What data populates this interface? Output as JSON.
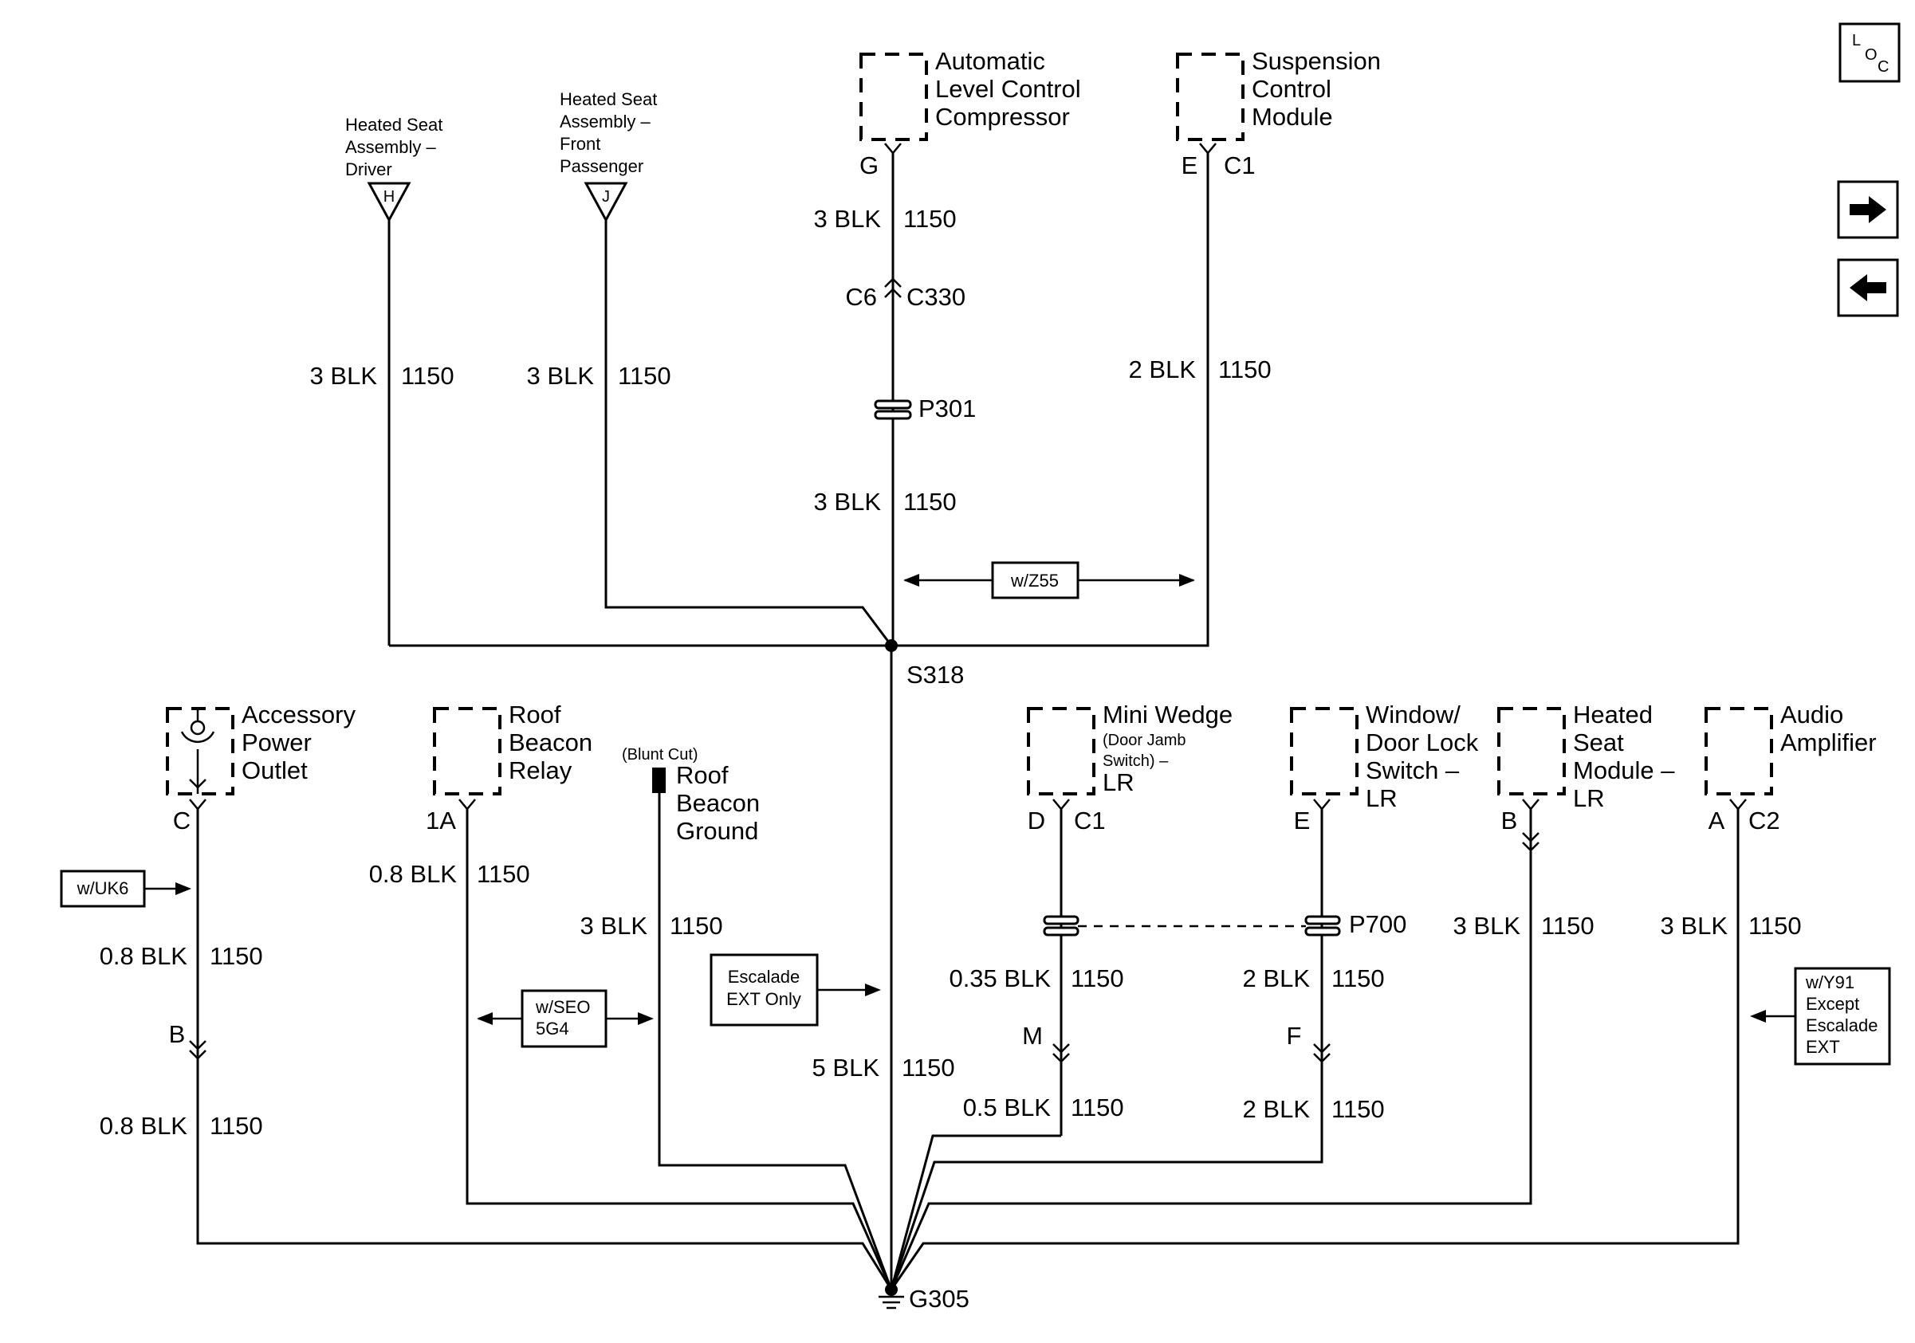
{
  "components": {
    "heated_seat_driver": {
      "l1": "Heated Seat",
      "l2": "Assembly –",
      "l3": "Driver",
      "pin": "H"
    },
    "heated_seat_passenger": {
      "l1": "Heated Seat",
      "l2": "Assembly –",
      "l3": "Front",
      "l4": "Passenger",
      "pin": "J"
    },
    "alc_compressor": {
      "l1": "Automatic",
      "l2": "Level Control",
      "l3": "Compressor",
      "pin": "G"
    },
    "suspension_module": {
      "l1": "Suspension",
      "l2": "Control",
      "l3": "Module",
      "pin": "E",
      "conn": "C1"
    },
    "accessory_outlet": {
      "l1": "Accessory",
      "l2": "Power",
      "l3": "Outlet",
      "pin": "C"
    },
    "roof_beacon_relay": {
      "l1": "Roof",
      "l2": "Beacon",
      "l3": "Relay",
      "pin": "1A"
    },
    "roof_beacon_ground": {
      "note": "(Blunt Cut)",
      "l1": "Roof",
      "l2": "Beacon",
      "l3": "Ground"
    },
    "mini_wedge": {
      "l1": "Mini Wedge",
      "l2": "(Door Jamb",
      "l3": "Switch) –",
      "l4": "LR",
      "pin": "D",
      "conn": "C1"
    },
    "window_switch": {
      "l1": "Window/",
      "l2": "Door Lock",
      "l3": "Switch –",
      "l4": "LR",
      "pin": "E"
    },
    "heated_seat_module": {
      "l1": "Heated",
      "l2": "Seat",
      "l3": "Module –",
      "l4": "LR",
      "pin": "B"
    },
    "audio_amp": {
      "l1": "Audio",
      "l2": "Amplifier",
      "pin": "A",
      "conn": "C2"
    }
  },
  "wires": {
    "w_driver": {
      "gauge": "3 BLK",
      "circuit": "1150"
    },
    "w_passenger": {
      "gauge": "3 BLK",
      "circuit": "1150"
    },
    "w_alc_top": {
      "gauge": "3 BLK",
      "circuit": "1150"
    },
    "w_alc_bottom": {
      "gauge": "3 BLK",
      "circuit": "1150"
    },
    "w_susp": {
      "gauge": "2 BLK",
      "circuit": "1150"
    },
    "w_outlet_top": {
      "gauge": "0.8 BLK",
      "circuit": "1150"
    },
    "w_outlet_bottom": {
      "gauge": "0.8 BLK",
      "circuit": "1150"
    },
    "w_relay": {
      "gauge": "0.8 BLK",
      "circuit": "1150"
    },
    "w_beacon_gnd": {
      "gauge": "3 BLK",
      "circuit": "1150"
    },
    "w_trunk": {
      "gauge": "5 BLK",
      "circuit": "1150"
    },
    "w_wedge_top": {
      "gauge": "0.35 BLK",
      "circuit": "1150"
    },
    "w_wedge_bottom": {
      "gauge": "0.5 BLK",
      "circuit": "1150"
    },
    "w_window_top": {
      "gauge": "2 BLK",
      "circuit": "1150"
    },
    "w_window_bottom": {
      "gauge": "2 BLK",
      "circuit": "1150"
    },
    "w_hsm": {
      "gauge": "3 BLK",
      "circuit": "1150"
    },
    "w_amp": {
      "gauge": "3 BLK",
      "circuit": "1150"
    }
  },
  "connectors": {
    "c330_pin": "C6",
    "c330": "C330",
    "p301": "P301",
    "s318": "S318",
    "p700": "P700",
    "outlet_inline_pin": "B",
    "wedge_inline_pin": "M",
    "window_inline_pin": "F",
    "g305": "G305"
  },
  "options": {
    "z55": "w/Z55",
    "uk6": "w/UK6",
    "seo_l1": "w/SEO",
    "seo_l2": "5G4",
    "escalade_l1": "Escalade",
    "escalade_l2": "EXT Only",
    "y91_l1": "w/Y91",
    "y91_l2": "Except",
    "y91_l3": "Escalade",
    "y91_l4": "EXT"
  },
  "nav": {
    "loc_l": "L",
    "loc_o": "O",
    "loc_c": "C",
    "forward_icon": "arrow-right-icon",
    "back_icon": "arrow-left-icon"
  }
}
